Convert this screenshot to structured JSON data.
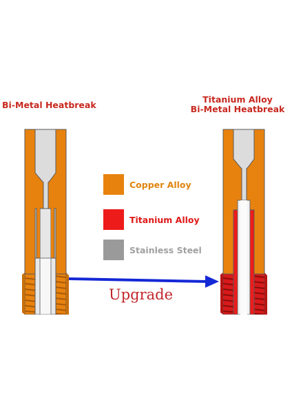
{
  "titles": {
    "left": "Bi-Metal Heatbreak",
    "right_line1": "Titanium Alloy",
    "right_line2": "Bi-Metal Heatbreak"
  },
  "legend": [
    {
      "label": "Copper Alloy",
      "color": "#e8820e",
      "text_color": "#e08510"
    },
    {
      "label": "Titanium Alloy",
      "color": "#ee1b1b",
      "text_color": "#e01818"
    },
    {
      "label": "Stainless Steel",
      "color": "#9a9a9a",
      "text_color": "#a0a0a0"
    }
  ],
  "arrow": {
    "label": "Upgrade",
    "color": "#1428d6",
    "label_color": "#c0262a"
  },
  "colors": {
    "copper": "#e8820e",
    "titanium": "#ee1b1b",
    "steel": "#d9d9d9",
    "outline": "#5a5a5a"
  }
}
